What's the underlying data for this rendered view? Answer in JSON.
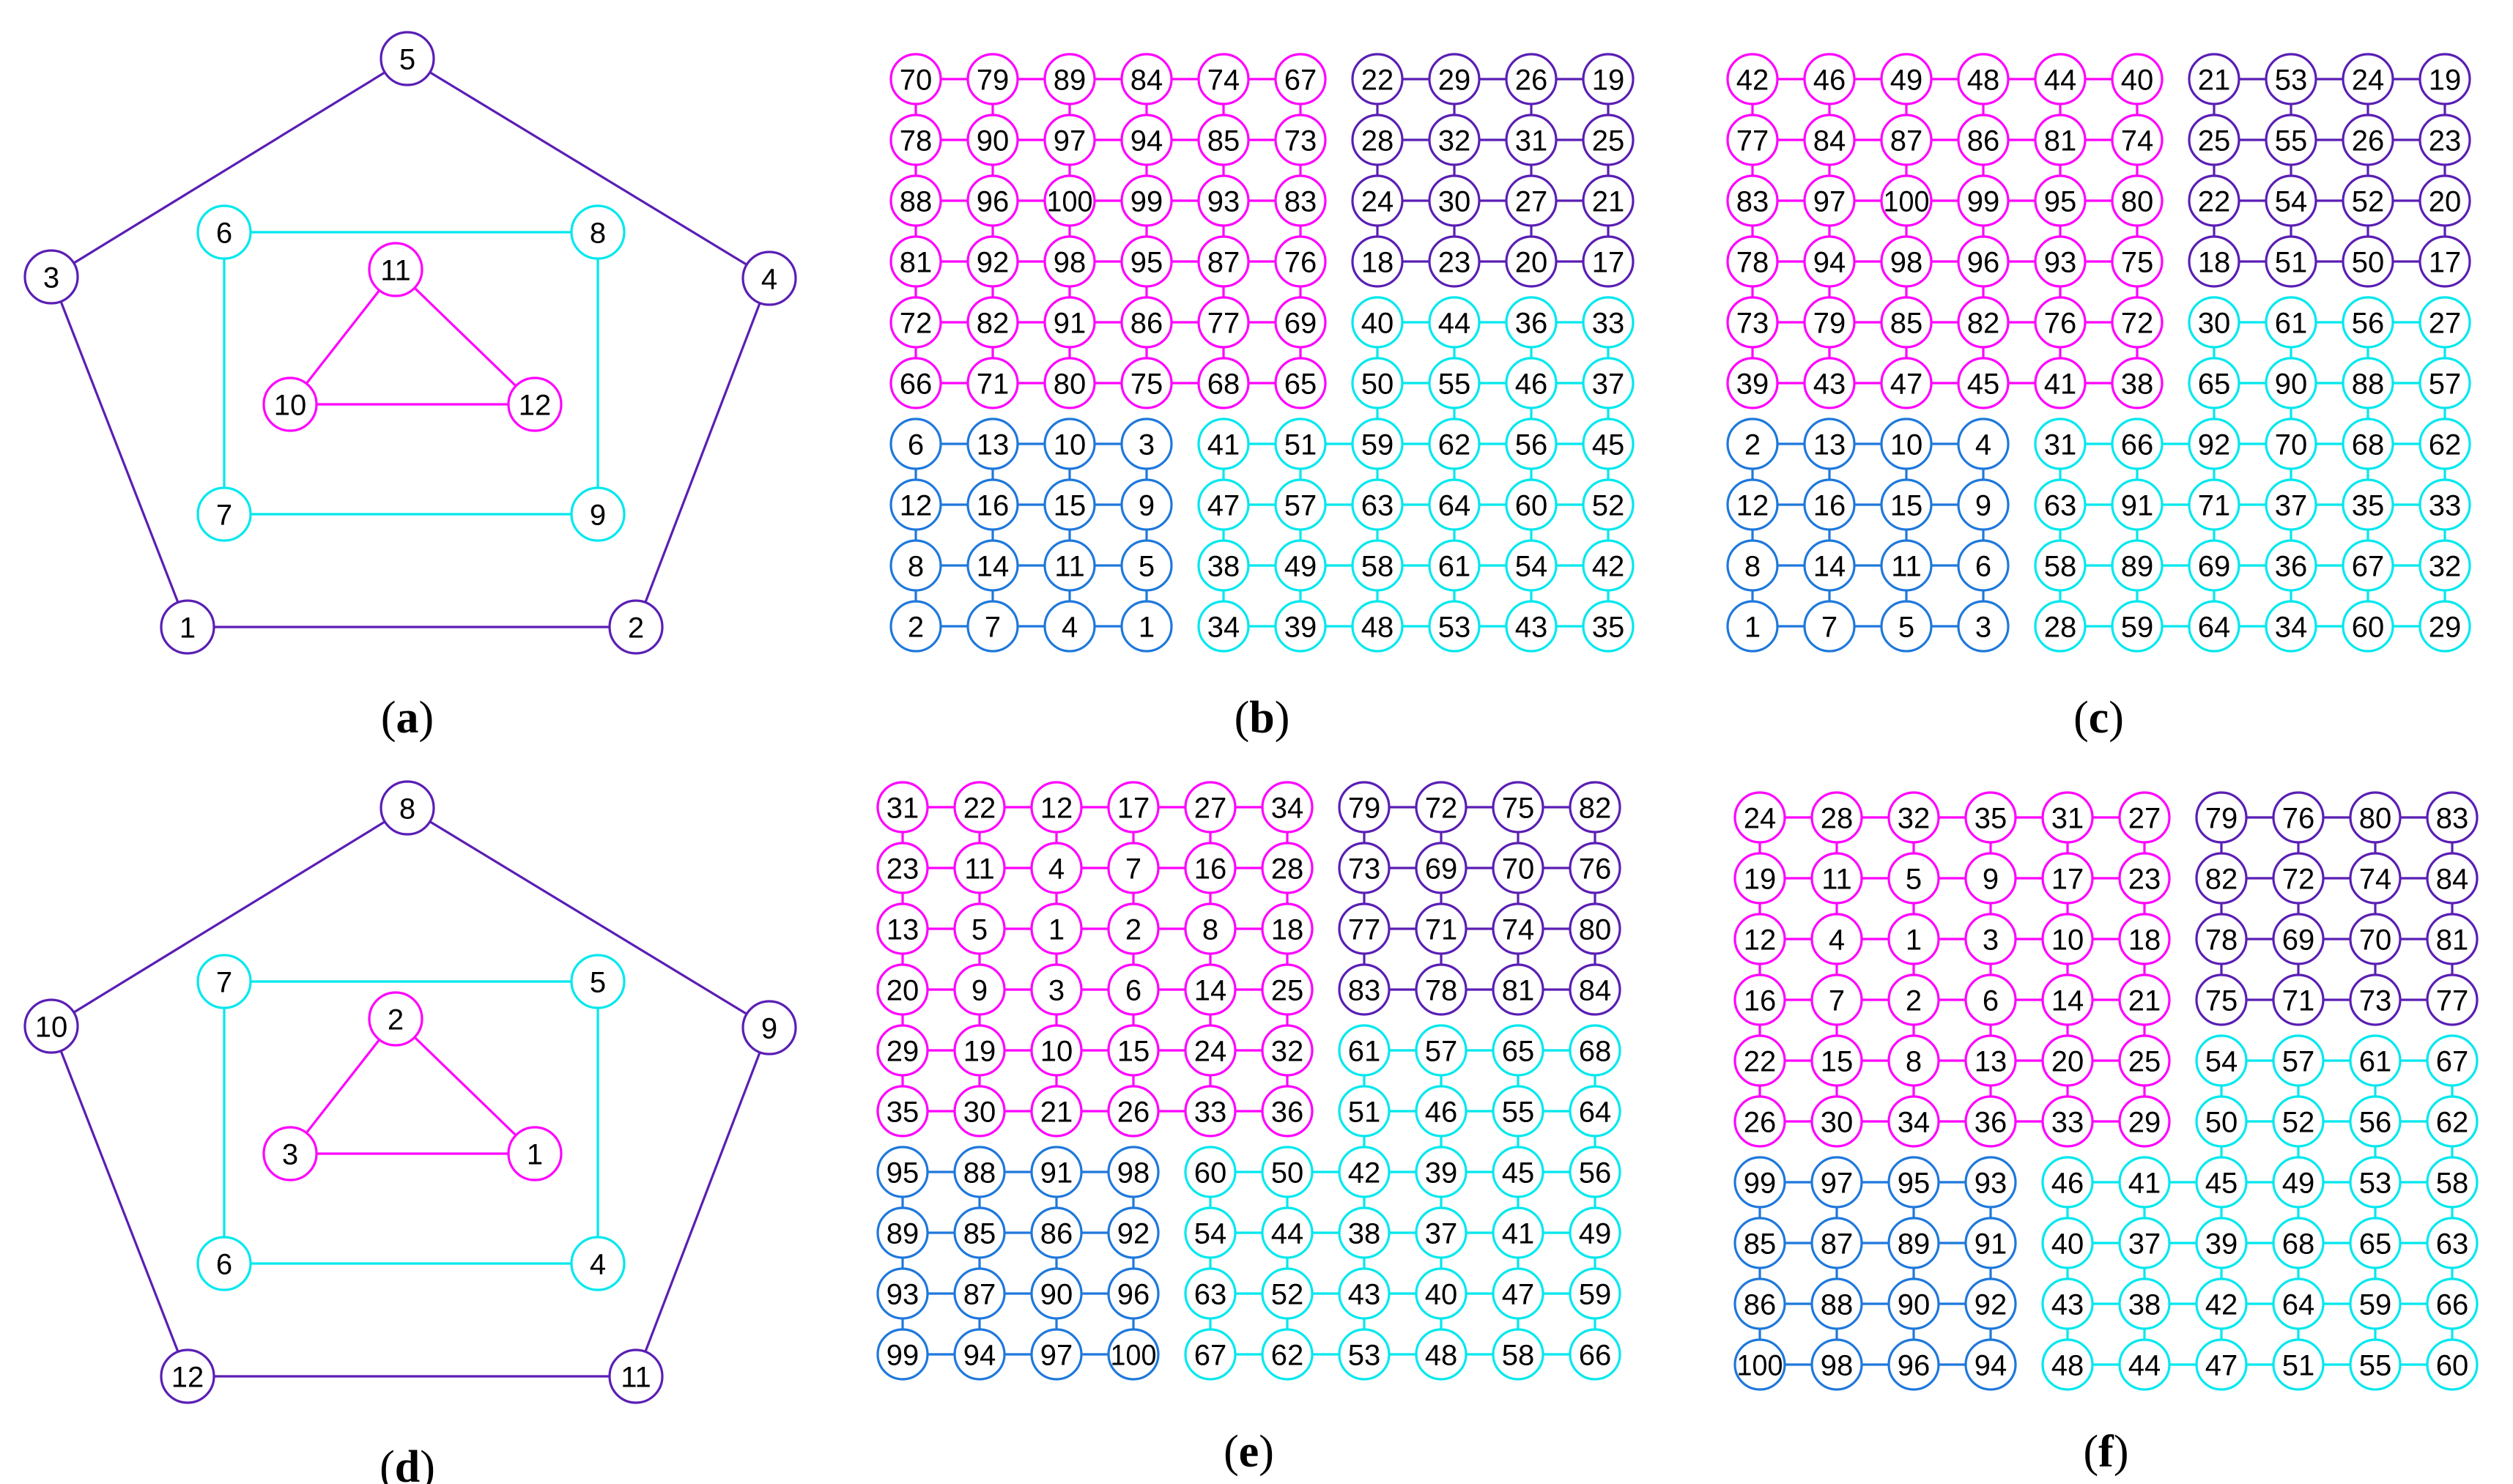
{
  "colors": {
    "magenta": "#ff00ff",
    "violet": "#5a1eb4",
    "cyan": "#00e8ee",
    "blue": "#1e78dc",
    "text": "#000000"
  },
  "panels": [
    {
      "id": "a",
      "caption": "a",
      "type": "pentagon",
      "outer": [
        "5",
        "4",
        "2",
        "1",
        "3"
      ],
      "middle": [
        "6",
        "8",
        "9",
        "7"
      ],
      "inner": [
        "11",
        "12",
        "10"
      ]
    },
    {
      "id": "b",
      "caption": "b",
      "type": "grid",
      "blocks": {
        "magenta": [
          [
            "70",
            "79",
            "89",
            "84",
            "74",
            "67"
          ],
          [
            "78",
            "90",
            "97",
            "94",
            "85",
            "73"
          ],
          [
            "88",
            "96",
            "100",
            "99",
            "93",
            "83"
          ],
          [
            "81",
            "92",
            "98",
            "95",
            "87",
            "76"
          ],
          [
            "72",
            "82",
            "91",
            "86",
            "77",
            "69"
          ],
          [
            "66",
            "71",
            "80",
            "75",
            "68",
            "65"
          ]
        ],
        "violet": [
          [
            "22",
            "29",
            "26",
            "19"
          ],
          [
            "28",
            "32",
            "31",
            "25"
          ],
          [
            "24",
            "30",
            "27",
            "21"
          ],
          [
            "18",
            "23",
            "20",
            "17"
          ]
        ],
        "blue": [
          [
            "6",
            "13",
            "10",
            "3"
          ],
          [
            "12",
            "16",
            "15",
            "9"
          ],
          [
            "8",
            "14",
            "11",
            "5"
          ],
          [
            "2",
            "7",
            "4",
            "1"
          ]
        ],
        "cyan": [
          [
            "40",
            "44",
            "36",
            "33"
          ],
          [
            "50",
            "55",
            "46",
            "37"
          ],
          [
            "41",
            "51",
            "59",
            "62",
            "56",
            "45"
          ],
          [
            "47",
            "57",
            "63",
            "64",
            "60",
            "52"
          ],
          [
            "38",
            "49",
            "58",
            "61",
            "54",
            "42"
          ],
          [
            "34",
            "39",
            "48",
            "53",
            "43",
            "35"
          ]
        ]
      }
    },
    {
      "id": "c",
      "caption": "c",
      "type": "grid",
      "blocks": {
        "magenta": [
          [
            "42",
            "46",
            "49",
            "48",
            "44",
            "40"
          ],
          [
            "77",
            "84",
            "87",
            "86",
            "81",
            "74"
          ],
          [
            "83",
            "97",
            "100",
            "99",
            "95",
            "80"
          ],
          [
            "78",
            "94",
            "98",
            "96",
            "93",
            "75"
          ],
          [
            "73",
            "79",
            "85",
            "82",
            "76",
            "72"
          ],
          [
            "39",
            "43",
            "47",
            "45",
            "41",
            "38"
          ]
        ],
        "violet": [
          [
            "21",
            "53",
            "24",
            "19"
          ],
          [
            "25",
            "55",
            "26",
            "23"
          ],
          [
            "22",
            "54",
            "52",
            "20"
          ],
          [
            "18",
            "51",
            "50",
            "17"
          ]
        ],
        "blue": [
          [
            "2",
            "13",
            "10",
            "4"
          ],
          [
            "12",
            "16",
            "15",
            "9"
          ],
          [
            "8",
            "14",
            "11",
            "6"
          ],
          [
            "1",
            "7",
            "5",
            "3"
          ]
        ],
        "cyan": [
          [
            "30",
            "61",
            "56",
            "27"
          ],
          [
            "65",
            "90",
            "88",
            "57"
          ],
          [
            "31",
            "66",
            "92",
            "70",
            "68",
            "62"
          ],
          [
            "63",
            "91",
            "71",
            "37",
            "35",
            "33"
          ],
          [
            "58",
            "89",
            "69",
            "36",
            "67",
            "32"
          ],
          [
            "28",
            "59",
            "64",
            "34",
            "60",
            "29"
          ]
        ]
      }
    },
    {
      "id": "d",
      "caption": "d",
      "type": "pentagon",
      "outer": [
        "8",
        "9",
        "11",
        "12",
        "10"
      ],
      "middle": [
        "7",
        "5",
        "4",
        "6"
      ],
      "inner": [
        "2",
        "1",
        "3"
      ]
    },
    {
      "id": "e",
      "caption": "e",
      "type": "grid",
      "blocks": {
        "magenta": [
          [
            "31",
            "22",
            "12",
            "17",
            "27",
            "34"
          ],
          [
            "23",
            "11",
            "4",
            "7",
            "16",
            "28"
          ],
          [
            "13",
            "5",
            "1",
            "2",
            "8",
            "18"
          ],
          [
            "20",
            "9",
            "3",
            "6",
            "14",
            "25"
          ],
          [
            "29",
            "19",
            "10",
            "15",
            "24",
            "32"
          ],
          [
            "35",
            "30",
            "21",
            "26",
            "33",
            "36"
          ]
        ],
        "violet": [
          [
            "79",
            "72",
            "75",
            "82"
          ],
          [
            "73",
            "69",
            "70",
            "76"
          ],
          [
            "77",
            "71",
            "74",
            "80"
          ],
          [
            "83",
            "78",
            "81",
            "84"
          ]
        ],
        "blue": [
          [
            "95",
            "88",
            "91",
            "98"
          ],
          [
            "89",
            "85",
            "86",
            "92"
          ],
          [
            "93",
            "87",
            "90",
            "96"
          ],
          [
            "99",
            "94",
            "97",
            "100"
          ]
        ],
        "cyan": [
          [
            "61",
            "57",
            "65",
            "68"
          ],
          [
            "51",
            "46",
            "55",
            "64"
          ],
          [
            "60",
            "50",
            "42",
            "39",
            "45",
            "56"
          ],
          [
            "54",
            "44",
            "38",
            "37",
            "41",
            "49"
          ],
          [
            "63",
            "52",
            "43",
            "40",
            "47",
            "59"
          ],
          [
            "67",
            "62",
            "53",
            "48",
            "58",
            "66"
          ]
        ]
      }
    },
    {
      "id": "f",
      "caption": "f",
      "type": "grid",
      "blocks": {
        "magenta": [
          [
            "24",
            "28",
            "32",
            "35",
            "31",
            "27"
          ],
          [
            "19",
            "11",
            "5",
            "9",
            "17",
            "23"
          ],
          [
            "12",
            "4",
            "1",
            "3",
            "10",
            "18"
          ],
          [
            "16",
            "7",
            "2",
            "6",
            "14",
            "21"
          ],
          [
            "22",
            "15",
            "8",
            "13",
            "20",
            "25"
          ],
          [
            "26",
            "30",
            "34",
            "36",
            "33",
            "29"
          ]
        ],
        "violet": [
          [
            "79",
            "76",
            "80",
            "83"
          ],
          [
            "82",
            "72",
            "74",
            "84"
          ],
          [
            "78",
            "69",
            "70",
            "81"
          ],
          [
            "75",
            "71",
            "73",
            "77"
          ]
        ],
        "blue": [
          [
            "99",
            "97",
            "95",
            "93"
          ],
          [
            "85",
            "87",
            "89",
            "91"
          ],
          [
            "86",
            "88",
            "90",
            "92"
          ],
          [
            "100",
            "98",
            "96",
            "94"
          ]
        ],
        "cyan": [
          [
            "54",
            "57",
            "61",
            "67"
          ],
          [
            "50",
            "52",
            "56",
            "62"
          ],
          [
            "46",
            "41",
            "45",
            "49",
            "53",
            "58"
          ],
          [
            "40",
            "37",
            "39",
            "68",
            "65",
            "63"
          ],
          [
            "43",
            "38",
            "42",
            "64",
            "59",
            "66"
          ],
          [
            "48",
            "44",
            "47",
            "51",
            "55",
            "60"
          ]
        ]
      }
    }
  ]
}
